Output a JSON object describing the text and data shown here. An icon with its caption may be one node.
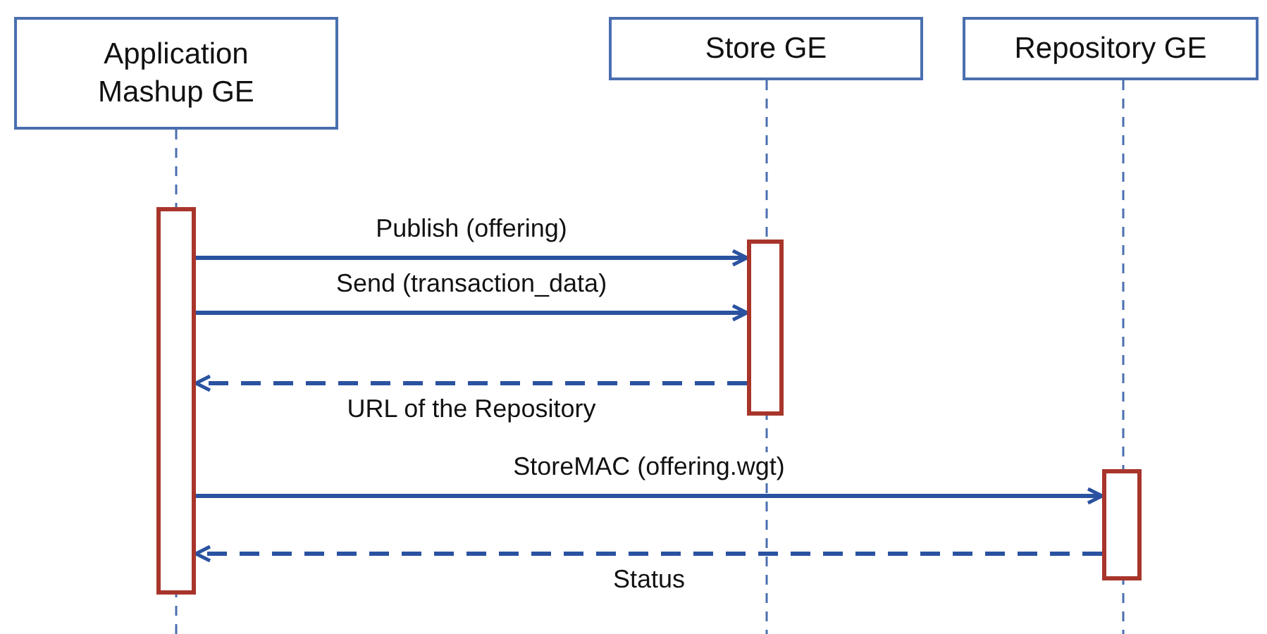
{
  "diagram": {
    "nodes": [
      {
        "text": [
          "Application Mashup GE"
        ]
      },
      {
        "text": [
          "Store GE"
        ]
      },
      {
        "text": [
          "Repository GE"
        ]
      },
      {
        "text": [],
        "shape": "bar"
      },
      {
        "text": [],
        "shape": "bar"
      },
      {
        "text": [],
        "shape": "bar"
      }
    ],
    "edges": [
      {
        "from": 3,
        "to": 4,
        "arrow": "to",
        "label": "Publish (offering)"
      },
      {
        "from": 3,
        "to": 4,
        "arrow": "to",
        "label": "Send (transaction_data)"
      },
      {
        "from": 4,
        "to": 3,
        "arrow": "to",
        "label": "URL of the Repository",
        "style": "dashed"
      },
      {
        "from": 3,
        "to": 5,
        "arrow": "to",
        "label": "StoreMAC (offering.wgt)"
      },
      {
        "from": 5,
        "to": 3,
        "arrow": "to",
        "label": "Status",
        "style": "dashed"
      }
    ]
  }
}
